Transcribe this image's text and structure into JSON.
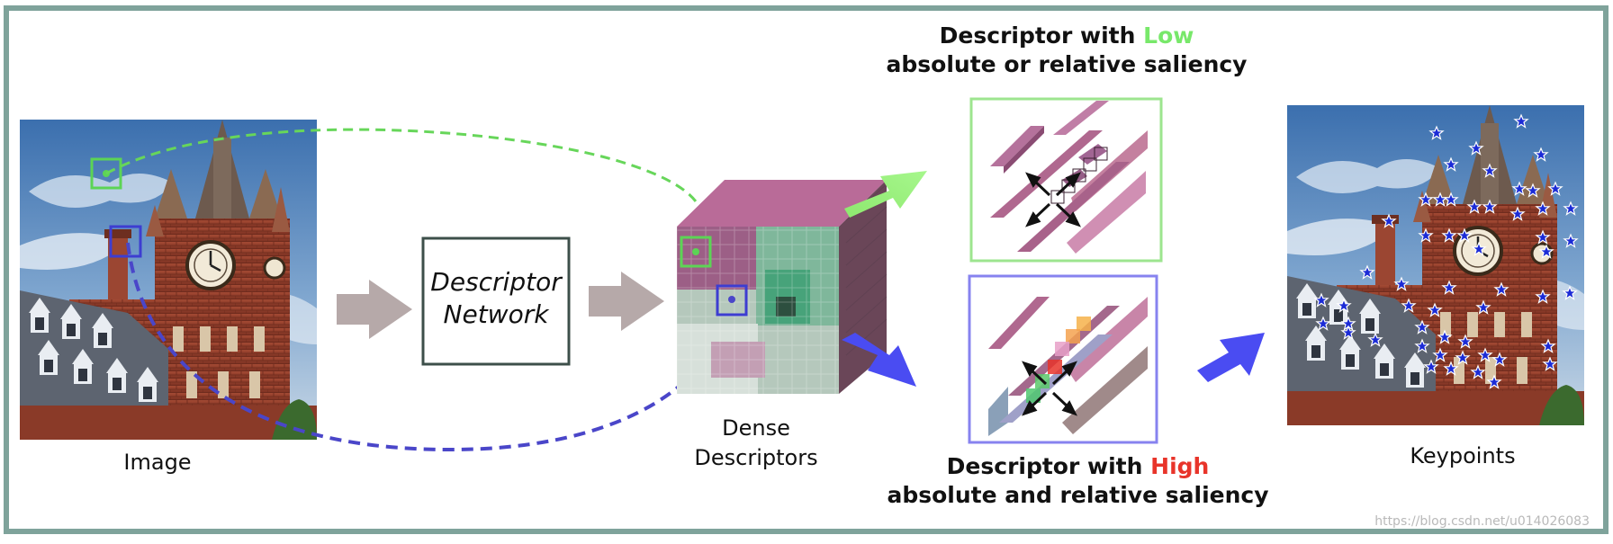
{
  "labels": {
    "image": "Image",
    "network_line1": "Descriptor",
    "network_line2": "Network",
    "dense_line1": "Dense",
    "dense_line2": "Descriptors",
    "keypoints": "Keypoints"
  },
  "low_title": {
    "prefix": "Descriptor with ",
    "highlight": "Low",
    "line2": "absolute or relative saliency"
  },
  "high_title": {
    "prefix": "Descriptor with ",
    "highlight": "High",
    "line2": "absolute and relative saliency"
  },
  "watermark": "https://blog.csdn.net/u014026083",
  "colors": {
    "frame": "#7fa39b",
    "low_green": "#78e86a",
    "high_red": "#e8342a",
    "green_path": "#67d65a",
    "blue_path": "#4a46c9",
    "flow_arrow": "#b6a9a9",
    "blue_arrow": "#4a4cf2",
    "star": "#1b2bd6"
  },
  "icons": [
    "star-icon",
    "arrow-right-icon"
  ]
}
